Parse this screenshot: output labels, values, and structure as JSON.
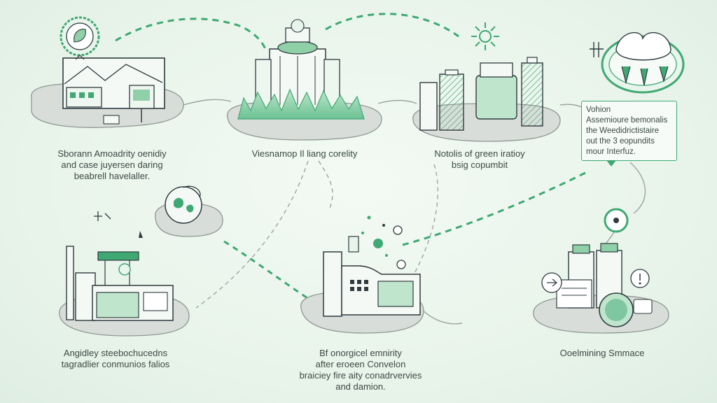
{
  "captions": {
    "stage1": "Sborann Amoadrity oenidiy\nand case juyersen daring\nbeabrell havelaller.",
    "stage2": "Viesnamop Il liang corelity",
    "stage3": "Notolis of green iratioy\nbsig copumbit",
    "stage4": "Angidley steebochucedns\ntagradlier conmunios falios",
    "stage5": "Bf onorgicel emnirity\nafter eroeen Convelon\nbraiciey fire aity conadrvervies\nand damion.",
    "stage6": "Ooelmining Smmace"
  },
  "callout": {
    "text": "Vohion\nAssemioure bemonalis\nthe Weedidrictistaire\nout the 3 eopundits\nmour Interfuz."
  },
  "colors": {
    "accent": "#3fa873",
    "accent_light": "#8fd0a8",
    "ink": "#2f3b3e",
    "blob": "#d9ddda"
  }
}
